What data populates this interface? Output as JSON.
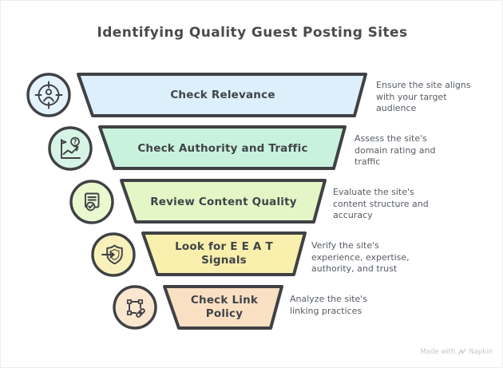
{
  "title": "Identifying Quality Guest Posting Sites",
  "steps": [
    {
      "label": "Check Relevance",
      "description": "Ensure the site aligns with your target audience",
      "fill": "#ddeffa",
      "circle_fill": "#e4f2fb",
      "icon": "target-audience-icon"
    },
    {
      "label": "Check Authority and Traffic",
      "description": "Assess the site's domain rating and traffic",
      "fill": "#c9f2dd",
      "circle_fill": "#d6f4e5",
      "icon": "traffic-chart-icon"
    },
    {
      "label": "Review Content Quality",
      "description": "Evaluate the site's content structure and accuracy",
      "fill": "#e4f6c6",
      "circle_fill": "#eaf8d0",
      "icon": "document-check-icon"
    },
    {
      "label": "Look for E E A T Signals",
      "description": "Verify the site's experience, expertise, authority, and trust",
      "fill": "#f9efad",
      "circle_fill": "#f9f1bb",
      "icon": "shield-arrow-icon"
    },
    {
      "label": "Check Link Policy",
      "description": "Analyze the site's linking practices",
      "fill": "#fae0c3",
      "circle_fill": "#fbe6d0",
      "icon": "link-policy-icon"
    }
  ],
  "icon_glyphs": {
    "question": "?"
  },
  "colors": {
    "outline": "#3f4145",
    "title_text": "#4b4b4b",
    "label_text": "#3f4449",
    "annotation_text": "#565c63",
    "watermark_text": "#c4c7ca"
  },
  "watermark": {
    "prefix": "Made with",
    "brand": "Napkin"
  }
}
